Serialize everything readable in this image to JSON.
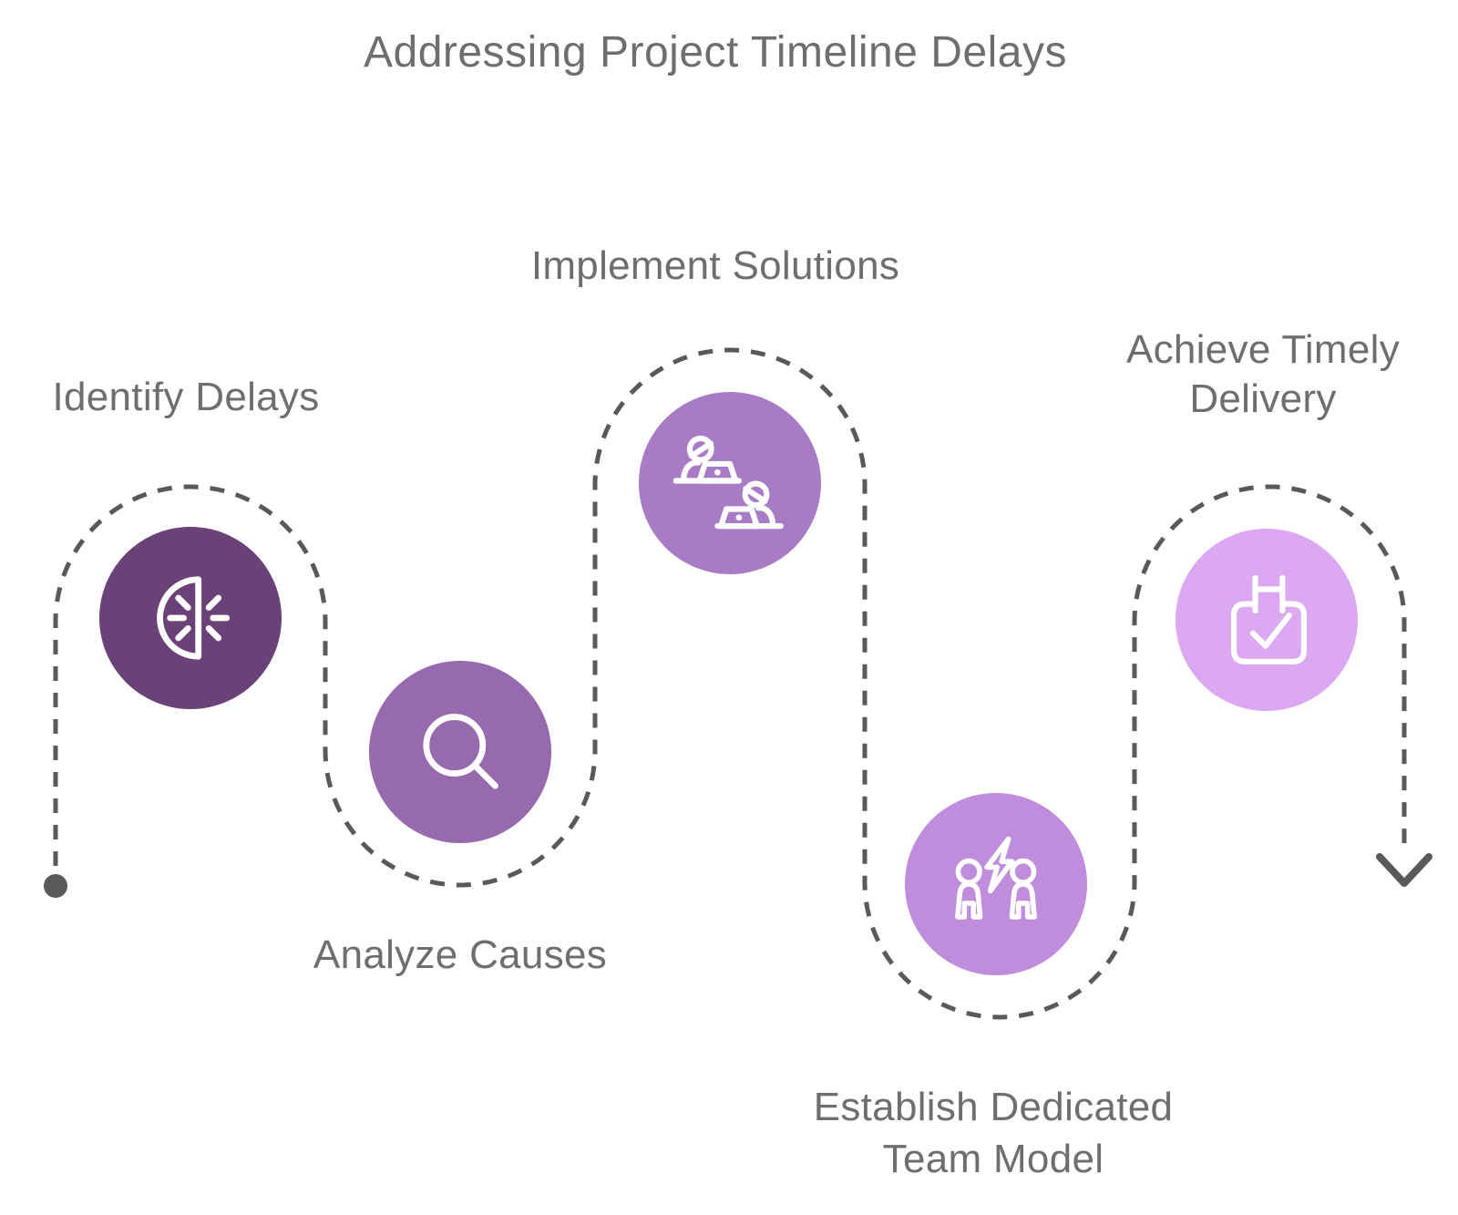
{
  "title": "Addressing Project Timeline Delays",
  "steps": [
    {
      "label": "Identify Delays",
      "color": "#6B4278",
      "icon": "half-clock-icon"
    },
    {
      "label": "Analyze Causes",
      "color": "#9769AE",
      "icon": "magnifier-icon"
    },
    {
      "label": "Implement Solutions",
      "color": "#A87CC5",
      "icon": "pair-programming-icon"
    },
    {
      "label": "Establish Dedicated Team Model",
      "color": "#C08DDC",
      "icon": "team-energy-icon"
    },
    {
      "label": "Achieve Timely Delivery",
      "color": "#DBA8F1",
      "icon": "calendar-check-icon"
    }
  ],
  "path": {
    "stroke_color": "#58595B",
    "style": "dashed",
    "start_marker": "dot",
    "end_marker": "arrow-down"
  },
  "text_color": "#6E6E70"
}
